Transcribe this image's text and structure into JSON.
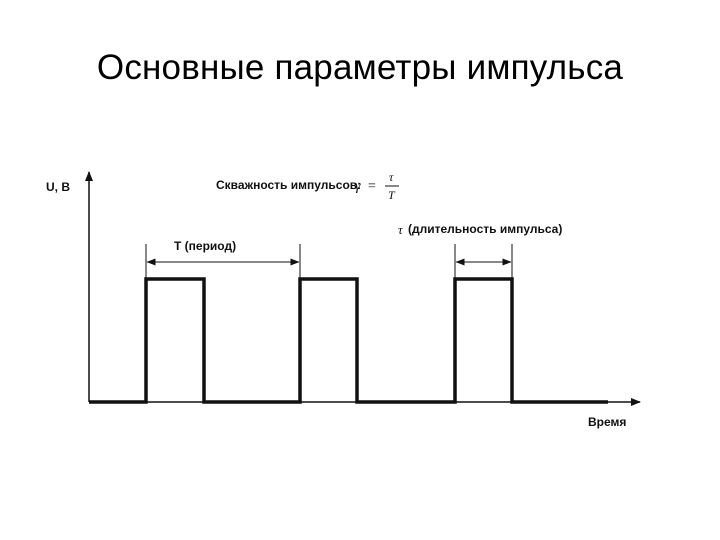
{
  "title": "Основные параметры импульса",
  "diagram": {
    "y_axis_label": "U, В",
    "x_axis_label": "Время",
    "period_label": "T (период)",
    "duty_label": "Скважность импульсов:",
    "duty_symbol": "γ",
    "duty_equals": "=",
    "duty_numerator": "τ",
    "duty_denominator": "T",
    "pulse_symbol": "τ",
    "pulse_width_label": "(длительность импульса)"
  }
}
